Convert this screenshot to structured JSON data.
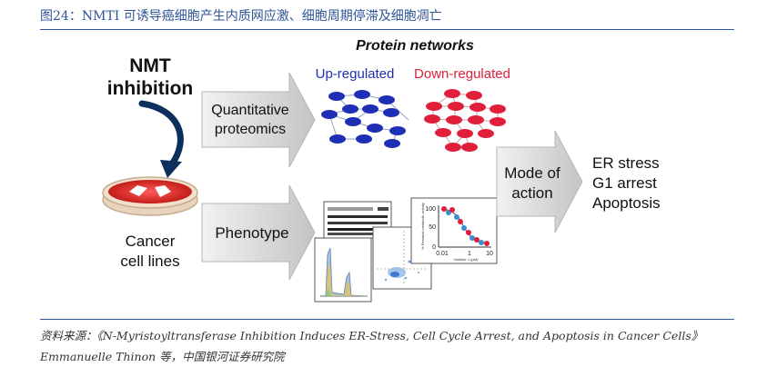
{
  "figure": {
    "title": "图24：NMTI 可诱导癌细胞产生内质网应激、细胞周期停滞及细胞凋亡"
  },
  "diagram": {
    "nmt_line1": "NMT",
    "nmt_line2": "inhibition",
    "cancer_line1": "Cancer",
    "cancer_line2": "cell lines",
    "quant_line1": "Quantitative",
    "quant_line2": "proteomics",
    "phenotype": "Phenotype",
    "networks_title": "Protein networks",
    "up_label": "Up-regulated",
    "down_label": "Down-regulated",
    "mode_line1": "Mode of",
    "mode_line2": "action",
    "outcome1": "ER stress",
    "outcome2": "G1 arrest",
    "outcome3": "Apoptosis",
    "mini_y_ticks": [
      "100",
      "50",
      "0"
    ],
    "mini_x_ticks": [
      "0.01",
      "1",
      "10"
    ],
    "mini_ylabel": "% Residual metabolic activity",
    "mini_xlabel": "Inhibitor 1 (µM)",
    "colors": {
      "up": "#1f2fb5",
      "down": "#e0203a",
      "arrow": "#c8c8c8",
      "title": "#2f5597"
    }
  },
  "source": {
    "line1": "资料来源：《N-Myristoyltransferase Inhibition Induces ER-Stress, Cell Cycle Arrest, and Apoptosis in Cancer Cells》",
    "line2": "Emmanuelle Thinon 等，中国银河证券研究院"
  }
}
